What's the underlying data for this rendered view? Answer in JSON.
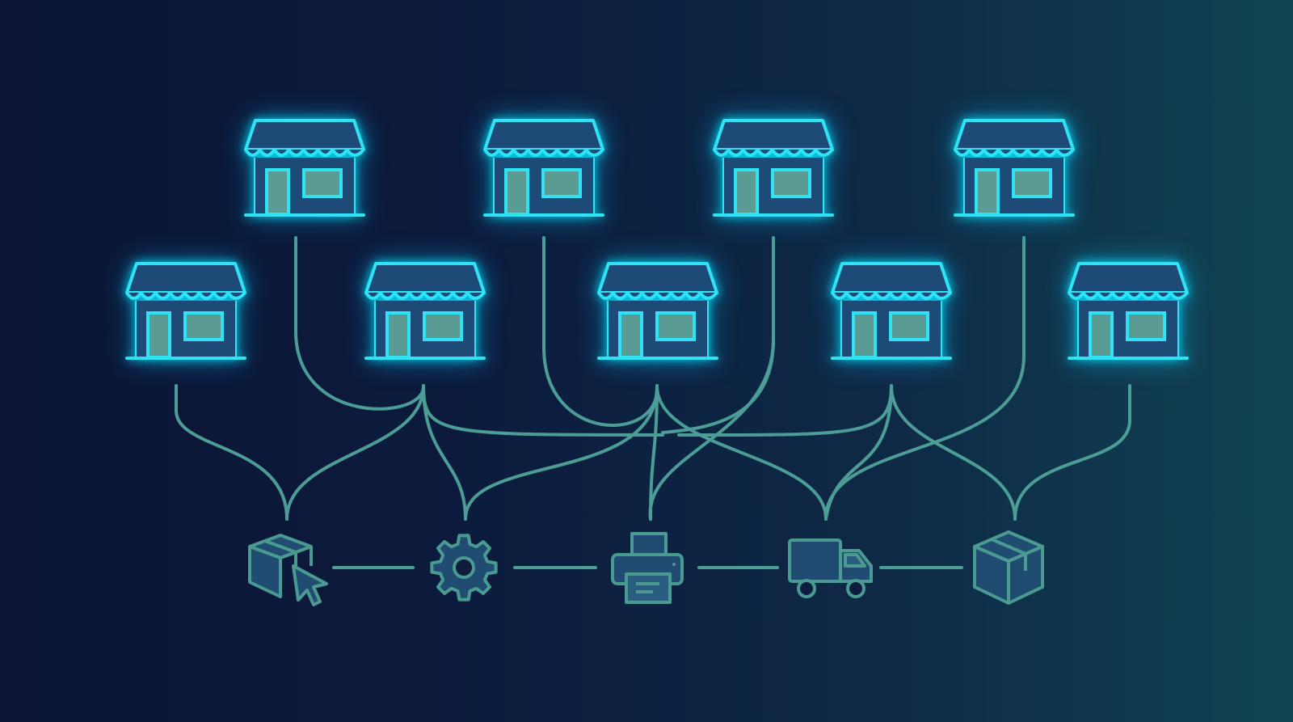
{
  "diagram": {
    "colors": {
      "store_outline": "#2fe3f5",
      "store_fill": "#1d4a76",
      "store_window": "#5a9b93",
      "connector": "#4c9d95",
      "process_icon": "#4a9a92",
      "process_fill": "#1f4c70"
    },
    "stores": [
      {
        "id": "store-1",
        "row": "top",
        "icon": "storefront-icon"
      },
      {
        "id": "store-2",
        "row": "top",
        "icon": "storefront-icon"
      },
      {
        "id": "store-3",
        "row": "top",
        "icon": "storefront-icon"
      },
      {
        "id": "store-4",
        "row": "top",
        "icon": "storefront-icon"
      },
      {
        "id": "store-5",
        "row": "bottom",
        "icon": "storefront-icon"
      },
      {
        "id": "store-6",
        "row": "bottom",
        "icon": "storefront-icon"
      },
      {
        "id": "store-7",
        "row": "bottom",
        "icon": "storefront-icon"
      },
      {
        "id": "store-8",
        "row": "bottom",
        "icon": "storefront-icon"
      },
      {
        "id": "store-9",
        "row": "bottom",
        "icon": "storefront-icon"
      }
    ],
    "process_steps": [
      {
        "id": "order",
        "icon": "package-cursor-icon"
      },
      {
        "id": "process",
        "icon": "gear-icon"
      },
      {
        "id": "print",
        "icon": "printer-icon"
      },
      {
        "id": "ship",
        "icon": "delivery-truck-icon"
      },
      {
        "id": "deliver",
        "icon": "package-box-icon"
      }
    ]
  }
}
